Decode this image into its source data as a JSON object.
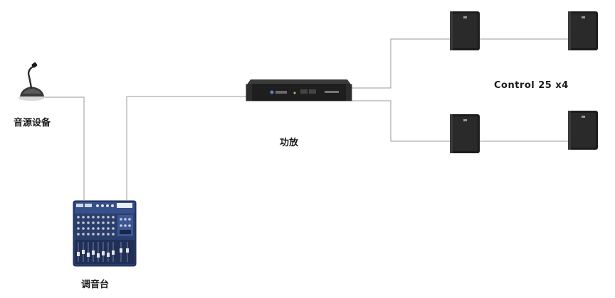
{
  "labels": {
    "source": "音源设备",
    "mixer": "调音台",
    "amplifier": "功放",
    "speakers": "Control 25 x4"
  },
  "devices": {
    "microphone": {
      "icon": "gooseneck-microphone-icon"
    },
    "mixer": {
      "icon": "mixing-console-icon"
    },
    "amplifier": {
      "icon": "power-amplifier-icon"
    },
    "speaker": {
      "icon": "speaker-icon",
      "count": 4
    }
  },
  "colors": {
    "wire": "#9a9a9a",
    "speaker_body": "#1c1c1c",
    "mixer_body": "#2a3e6e",
    "amp_body": "#1e1e1e"
  }
}
